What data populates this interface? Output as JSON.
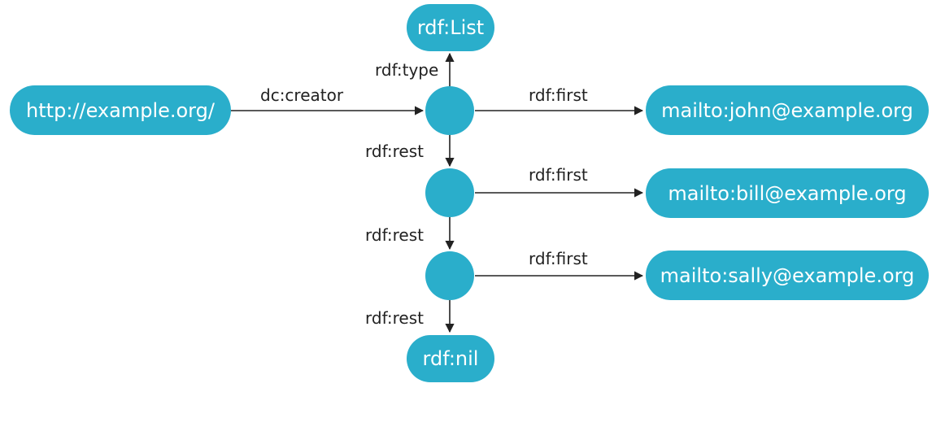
{
  "colors": {
    "node_fill": "#2aaecb",
    "node_text": "#ffffff",
    "edge": "#222222",
    "label": "#222222",
    "background": "#ffffff"
  },
  "nodes": {
    "subject": "http://example.org/",
    "list_type": "rdf:List",
    "nil": "rdf:nil",
    "john": "mailto:john@example.org",
    "bill": "mailto:bill@example.org",
    "sally": "mailto:sally@example.org"
  },
  "edges": {
    "creator": "dc:creator",
    "type": "rdf:type",
    "first_1": "rdf:first",
    "first_2": "rdf:first",
    "first_3": "rdf:first",
    "rest_1": "rdf:rest",
    "rest_2": "rdf:rest",
    "rest_3": "rdf:rest"
  }
}
